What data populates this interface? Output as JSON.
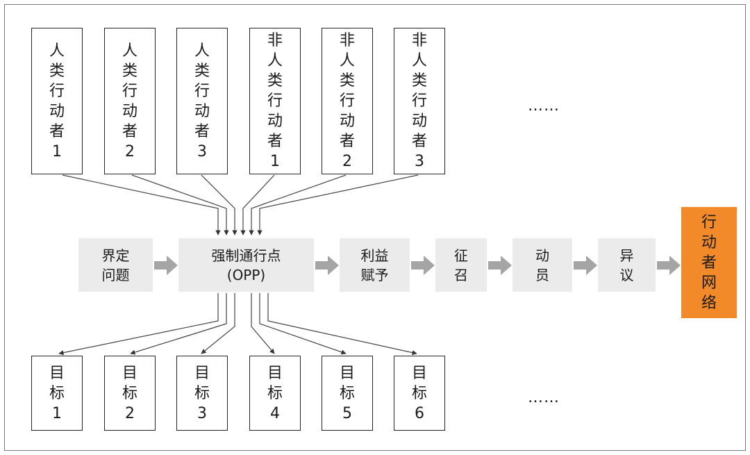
{
  "actors": [
    "人\n类\n行\n动\n者\n1",
    "人\n类\n行\n动\n者\n2",
    "人\n类\n行\n动\n者\n3",
    "非\n人\n类\n行\n动\n者\n1",
    "非\n人\n类\n行\n动\n者\n2",
    "非\n人\n类\n行\n动\n者\n3"
  ],
  "actors_more": "……",
  "stages": [
    "界定\n问题",
    "强制通行点\n(OPP)",
    "利益\n赋予",
    "征\n召",
    "动\n员",
    "异\n议"
  ],
  "final": "行\n动\n者\n网\n络",
  "goals": [
    "目\n标\n1",
    "目\n标\n2",
    "目\n标\n3",
    "目\n标\n4",
    "目\n标\n5",
    "目\n标\n6"
  ],
  "goals_more": "……",
  "colors": {
    "final_bg": "#f28a2a",
    "stage_bg": "#ebebeb",
    "arrow": "#a5a5a5"
  }
}
